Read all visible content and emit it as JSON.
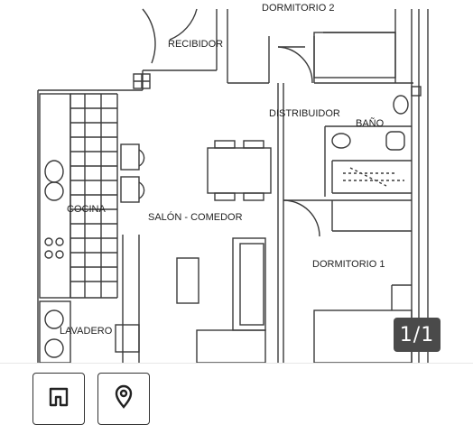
{
  "floorplan": {
    "rooms": {
      "dormitorio2": "DORMITORIO 2",
      "recibidor": "RECIBIDOR",
      "distribuidor": "DISTRIBUIDOR",
      "bano": "BAÑO",
      "cocina": "COCINA",
      "salon": "SALÓN - COMEDOR",
      "dormitorio1": "DORMITORIO 1",
      "lavadero": "LAVADERO"
    }
  },
  "gallery": {
    "counter": "1/1"
  },
  "tabs": {
    "plan_icon": "floorplan-icon",
    "map_icon": "map-pin-icon"
  },
  "colors": {
    "counter_bg": "#4a4a4a",
    "line": "#333333"
  }
}
